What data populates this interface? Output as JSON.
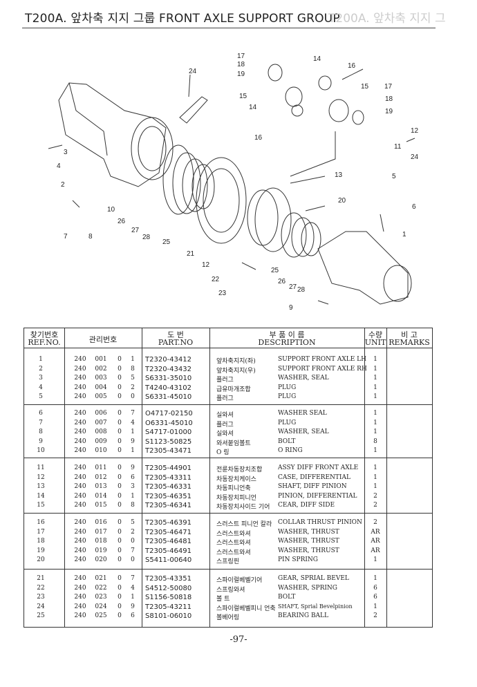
{
  "title": "T200A. 앞차축 지지 그룹 FRONT AXLE SUPPORT GROUP",
  "title_ghost": "T200A. 앞차축 지지 그",
  "diagram_labels": [
    "17",
    "18",
    "19",
    "24",
    "14",
    "16",
    "15",
    "17",
    "18",
    "19",
    "15",
    "14",
    "16",
    "12",
    "11",
    "24",
    "3",
    "4",
    "2",
    "13",
    "5",
    "20",
    "6",
    "10",
    "26",
    "7",
    "8",
    "27",
    "28",
    "25",
    "21",
    "12",
    "25",
    "26",
    "27",
    "28",
    "22",
    "23",
    "9",
    "1"
  ],
  "header": {
    "ref_ko": "찾기번호",
    "ref_en": "REF.NO.",
    "mgmt_ko": "관리번호",
    "part_ko": "도    번",
    "part_en": "PART.NO",
    "desc_ko": "부  품  이  름",
    "desc_en": "DESCRIPTION",
    "unit_ko": "수량",
    "unit_en": "UNIT",
    "remarks_ko": "비    고",
    "remarks_en": "REMARKS"
  },
  "rows": [
    {
      "ref": "1",
      "c1": "240",
      "c2": "001",
      "c3": "0",
      "c4": "1",
      "part": "T2320-43412",
      "ko": "앞차축지지(좌)",
      "en": "SUPPORT FRONT AXLE LH",
      "unit": "1"
    },
    {
      "ref": "2",
      "c1": "240",
      "c2": "002",
      "c3": "0",
      "c4": "8",
      "part": "T2320-43432",
      "ko": "앞차축지지(우)",
      "en": "SUPPORT FRONT AXLE RH",
      "unit": "1"
    },
    {
      "ref": "3",
      "c1": "240",
      "c2": "003",
      "c3": "0",
      "c4": "5",
      "part": "S6331-35010",
      "ko": "플러그",
      "en": "WASHER, SEAL",
      "unit": "1"
    },
    {
      "ref": "4",
      "c1": "240",
      "c2": "004",
      "c3": "0",
      "c4": "2",
      "part": "T4240-43102",
      "ko": "급유마개조합",
      "en": "PLUG",
      "unit": "1"
    },
    {
      "ref": "5",
      "c1": "240",
      "c2": "005",
      "c3": "0",
      "c4": "0",
      "part": "S6331-45010",
      "ko": "플러그",
      "en": "PLUG",
      "unit": "1"
    },
    {
      "ref": "6",
      "c1": "240",
      "c2": "006",
      "c3": "0",
      "c4": "7",
      "part": "O4717-02150",
      "ko": "실와셔",
      "en": "WASHER SEAL",
      "unit": "1"
    },
    {
      "ref": "7",
      "c1": "240",
      "c2": "007",
      "c3": "0",
      "c4": "4",
      "part": "O6331-45010",
      "ko": "플러그",
      "en": "PLUG",
      "unit": "1"
    },
    {
      "ref": "8",
      "c1": "240",
      "c2": "008",
      "c3": "0",
      "c4": "1",
      "part": "S4717-01000",
      "ko": "실와셔",
      "en": "WASHER, SEAL",
      "unit": "1"
    },
    {
      "ref": "9",
      "c1": "240",
      "c2": "009",
      "c3": "0",
      "c4": "9",
      "part": "S1123-50825",
      "ko": "와셔붙임볼트",
      "en": "BOLT",
      "unit": "8"
    },
    {
      "ref": "10",
      "c1": "240",
      "c2": "010",
      "c3": "0",
      "c4": "1",
      "part": "T2305-43471",
      "ko": "O  링",
      "en": "O RING",
      "unit": "1"
    },
    {
      "ref": "11",
      "c1": "240",
      "c2": "011",
      "c3": "0",
      "c4": "9",
      "part": "T2305-44901",
      "ko": "전륜차동장치조합",
      "en": "ASSY DIFF FRONT AXLE",
      "unit": "1"
    },
    {
      "ref": "12",
      "c1": "240",
      "c2": "012",
      "c3": "0",
      "c4": "6",
      "part": "T2305-43311",
      "ko": "차동장치케이스",
      "en": "CASE, DIFFERENTIAL",
      "unit": "1"
    },
    {
      "ref": "13",
      "c1": "240",
      "c2": "013",
      "c3": "0",
      "c4": "3",
      "part": "T2305-46331",
      "ko": "차동피니언축",
      "en": "SHAFT, DIFF PINION",
      "unit": "1"
    },
    {
      "ref": "14",
      "c1": "240",
      "c2": "014",
      "c3": "0",
      "c4": "1",
      "part": "T2305-46351",
      "ko": "차동장치피니언",
      "en": "PINION, DIFFERENTIAL",
      "unit": "2"
    },
    {
      "ref": "15",
      "c1": "240",
      "c2": "015",
      "c3": "0",
      "c4": "8",
      "part": "T2305-46341",
      "ko": "차동장치사이드 기어",
      "en": "CEAR, DIFF SIDE",
      "unit": "2"
    },
    {
      "ref": "16",
      "c1": "240",
      "c2": "016",
      "c3": "0",
      "c4": "5",
      "part": "T2305-46391",
      "ko": "스러스트 피니언 칼라",
      "en": "COLLAR THRUST PINION",
      "unit": "2"
    },
    {
      "ref": "17",
      "c1": "240",
      "c2": "017",
      "c3": "0",
      "c4": "2",
      "part": "T2305-46471",
      "ko": "스러스트와셔",
      "en": "WASHER, THRUST",
      "unit": "AR"
    },
    {
      "ref": "18",
      "c1": "240",
      "c2": "018",
      "c3": "0",
      "c4": "0",
      "part": "T2305-46481",
      "ko": "스러스트와셔",
      "en": "WASHER, THRUST",
      "unit": "AR"
    },
    {
      "ref": "19",
      "c1": "240",
      "c2": "019",
      "c3": "0",
      "c4": "7",
      "part": "T2305-46491",
      "ko": "스러스트와셔",
      "en": "WASHER, THRUST",
      "unit": "AR"
    },
    {
      "ref": "20",
      "c1": "240",
      "c2": "020",
      "c3": "0",
      "c4": "0",
      "part": "S5411-00640",
      "ko": "스프링핀",
      "en": "PIN SPRING",
      "unit": "1"
    },
    {
      "ref": "21",
      "c1": "240",
      "c2": "021",
      "c3": "0",
      "c4": "7",
      "part": "T2305-43351",
      "ko": "스파이럴베벨기어",
      "en": "GEAR, SPRIAL BEVEL",
      "unit": "1"
    },
    {
      "ref": "22",
      "c1": "240",
      "c2": "022",
      "c3": "0",
      "c4": "4",
      "part": "S4512-50080",
      "ko": "스프링와셔",
      "en": "WASHER, SPRING",
      "unit": "6"
    },
    {
      "ref": "23",
      "c1": "240",
      "c2": "023",
      "c3": "0",
      "c4": "1",
      "part": "S1156-50818",
      "ko": "볼  트",
      "en": "BOLT",
      "unit": "6"
    },
    {
      "ref": "24",
      "c1": "240",
      "c2": "024",
      "c3": "0",
      "c4": "9",
      "part": "T2305-43211",
      "ko": "스파이럴베벨피니 언축",
      "en": "SHAFT, Sprial Bevelpinion",
      "unit": "1"
    },
    {
      "ref": "25",
      "c1": "240",
      "c2": "025",
      "c3": "0",
      "c4": "6",
      "part": "S8101-06010",
      "ko": "볼베어링",
      "en": "BEARING BALL",
      "unit": "2"
    }
  ],
  "page_number": "-97-"
}
